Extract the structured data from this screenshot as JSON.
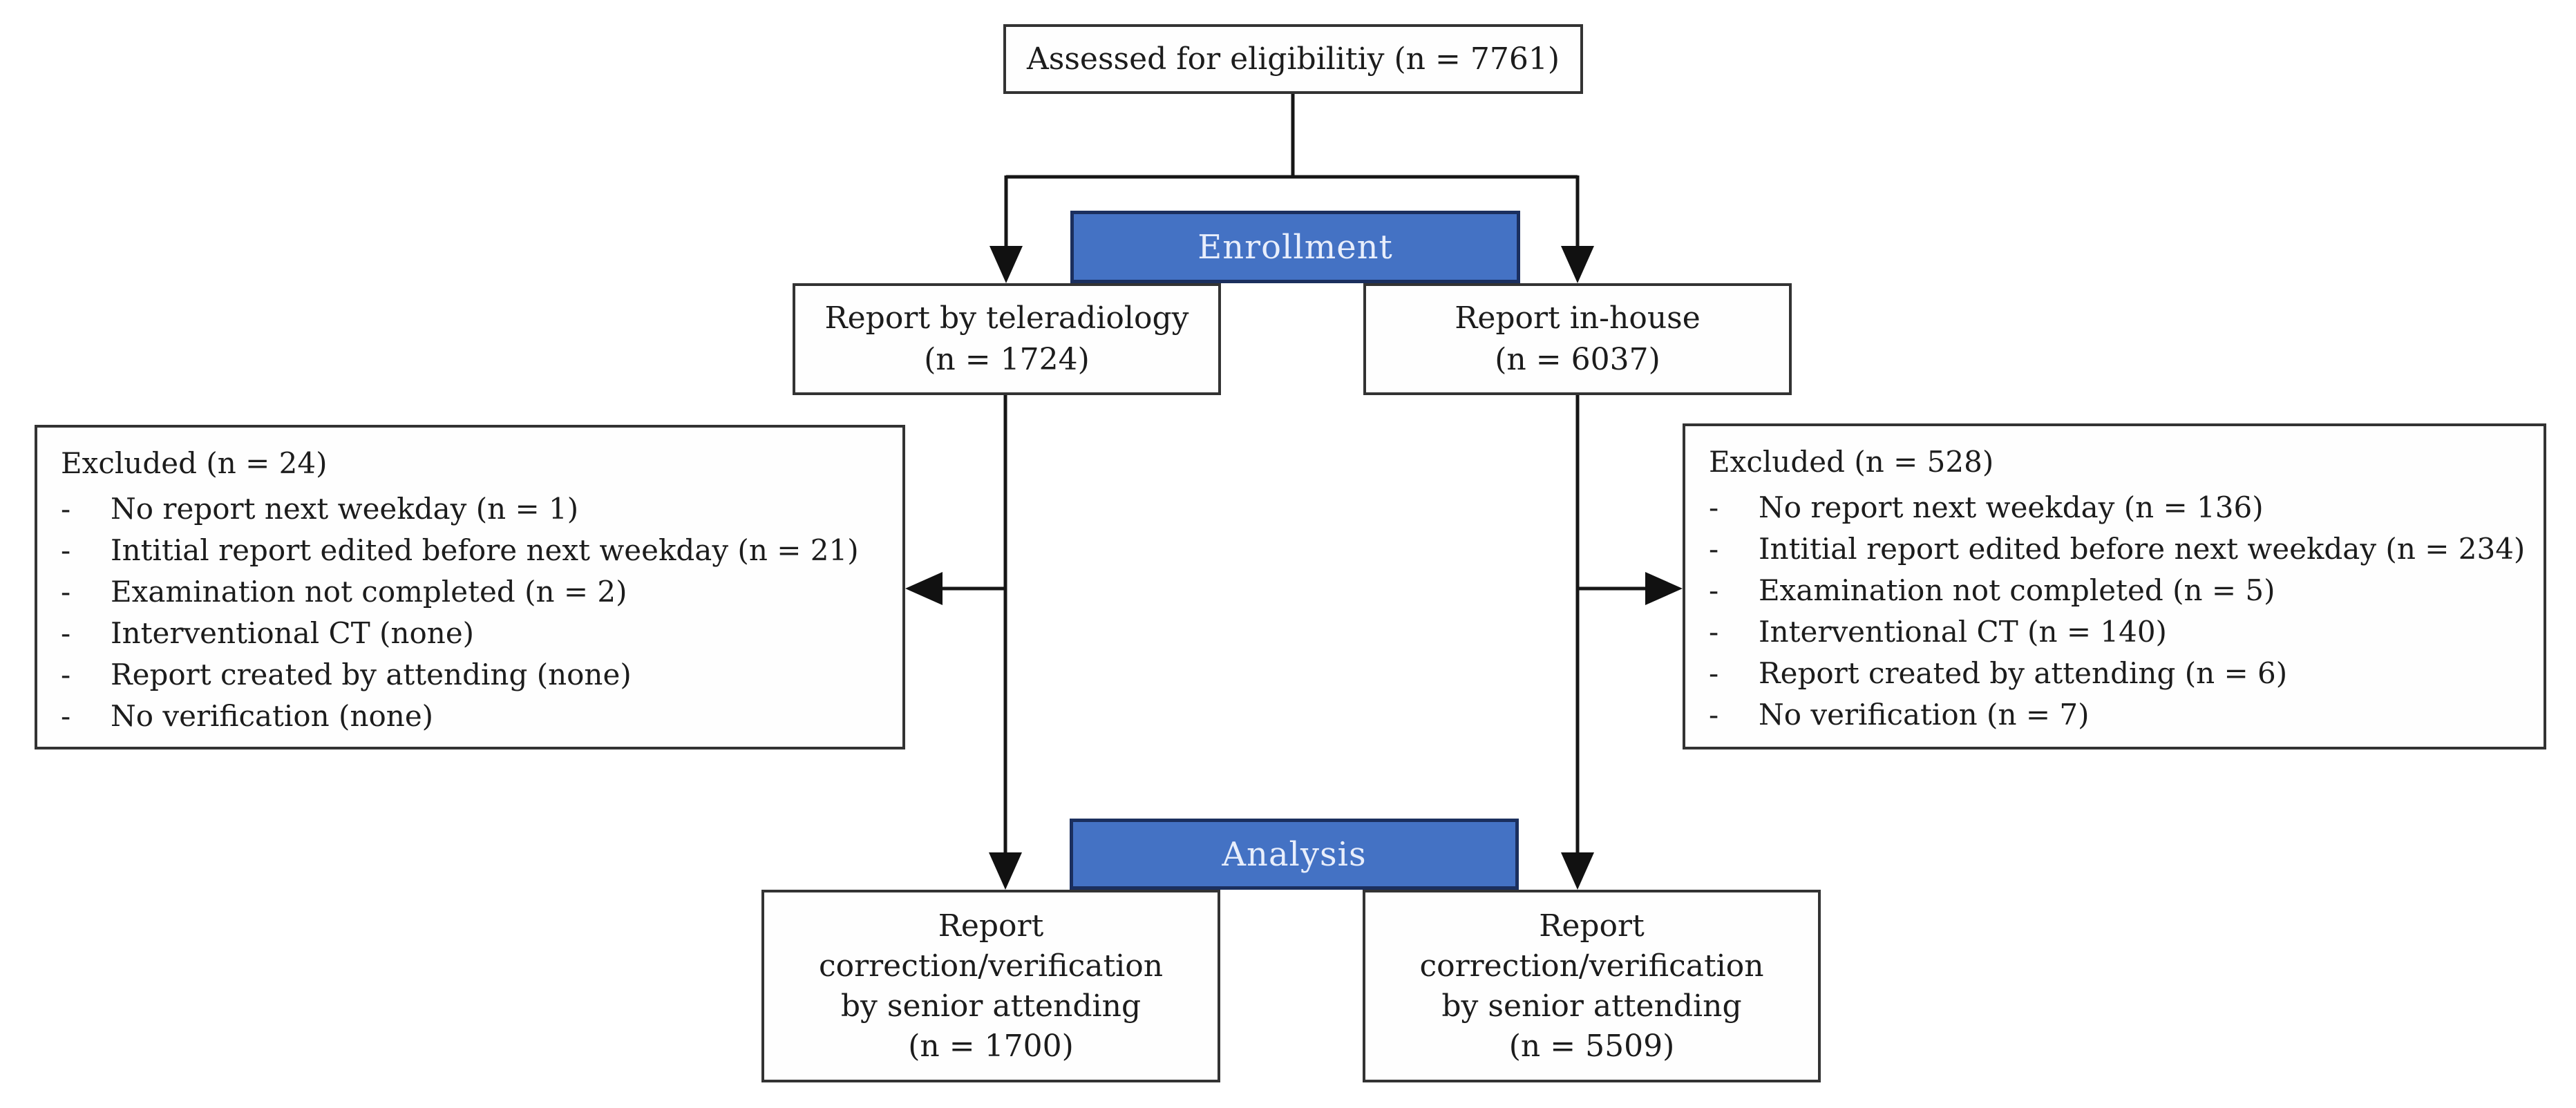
{
  "colors": {
    "banner_fill": "#4472C4",
    "banner_border": "#1B2F5E",
    "banner_text": "#E8EEFB",
    "box_border": "#333333",
    "line_color": "#161616",
    "text_color": "#1C1C1C",
    "background": "#FFFFFF"
  },
  "flow": {
    "assessed": "Assessed for eligibilitiy (n = 7761)",
    "enrollment_label": "Enrollment",
    "analysis_label": "Analysis",
    "teleradiology": {
      "line1": "Report by teleradiology",
      "line2": "(n = 1724)"
    },
    "inhouse": {
      "line1": "Report in-house",
      "line2": "(n = 6037)"
    },
    "excluded_left": {
      "title": "Excluded (n = 24)",
      "bullet": "-",
      "items": [
        "No report next weekday (n = 1)",
        "Intitial report edited before next weekday (n = 21)",
        "Examination not completed (n = 2)",
        "Interventional CT (none)",
        "Report created by attending (none)",
        "No verification (none)"
      ]
    },
    "excluded_right": {
      "title": "Excluded (n = 528)",
      "bullet": "-",
      "items": [
        "No report next weekday (n = 136)",
        "Intitial report edited before next weekday (n = 234)",
        "Examination not completed (n = 5)",
        "Interventional CT (n = 140)",
        "Report created by attending (n = 6)",
        "No verification (n = 7)"
      ]
    },
    "analysis_left": {
      "lines": [
        "Report",
        "correction/verification",
        "by senior attending",
        "(n = 1700)"
      ]
    },
    "analysis_right": {
      "lines": [
        "Report",
        "correction/verification",
        "by senior attending",
        "(n = 5509)"
      ]
    }
  }
}
